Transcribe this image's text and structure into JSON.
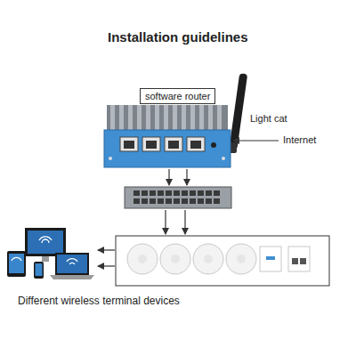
{
  "diagram": {
    "title": "Installation guidelines",
    "nodes": [
      {
        "text": [
          "software router"
        ]
      }
    ],
    "labels": [
      "Light cat",
      "Internet",
      "Different wireless terminal devices"
    ]
  }
}
